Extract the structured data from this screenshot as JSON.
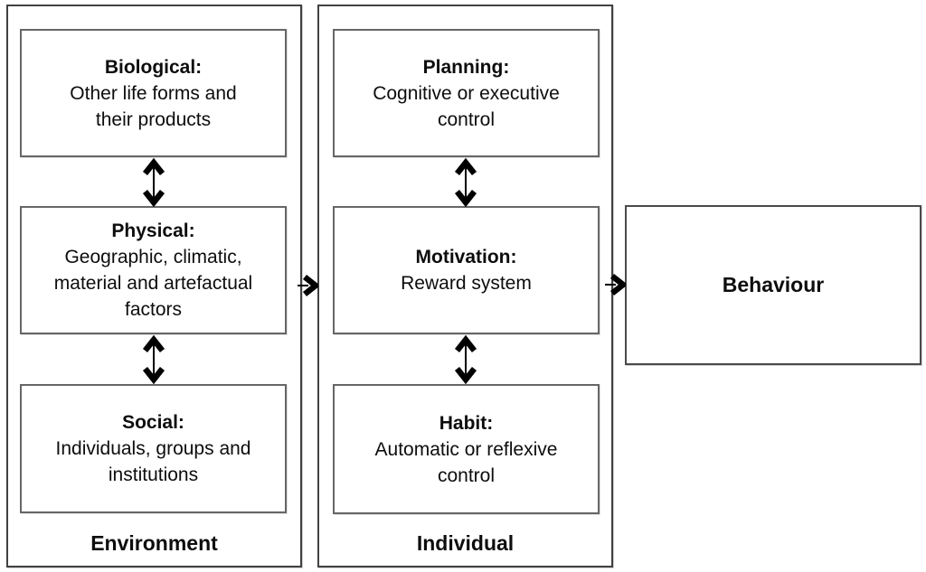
{
  "diagram": {
    "environment": {
      "label": "Environment",
      "boxes": [
        {
          "title": "Biological:",
          "lines": [
            "Other life forms and",
            "their products"
          ]
        },
        {
          "title": "Physical:",
          "lines": [
            "Geographic, climatic,",
            "material and artefactual",
            "factors"
          ]
        },
        {
          "title": "Social:",
          "lines": [
            "Individuals, groups and",
            "institutions"
          ]
        }
      ]
    },
    "individual": {
      "label": "Individual",
      "boxes": [
        {
          "title": "Planning:",
          "lines": [
            "Cognitive or executive",
            "control"
          ]
        },
        {
          "title": "Motivation:",
          "lines": [
            "Reward system"
          ]
        },
        {
          "title": "Habit:",
          "lines": [
            "Automatic or reflexive",
            "control"
          ]
        }
      ]
    },
    "behaviour": {
      "label": "Behaviour"
    },
    "icons": {
      "vertical_arrow": "double-headed-vertical-arrow",
      "horizontal_arrow": "right-arrow"
    },
    "colors": {
      "background": "#ffffff",
      "outer_border": "#414141",
      "inner_border": "#666666",
      "text": "#0d0d0d",
      "arrow": "#000000"
    }
  }
}
